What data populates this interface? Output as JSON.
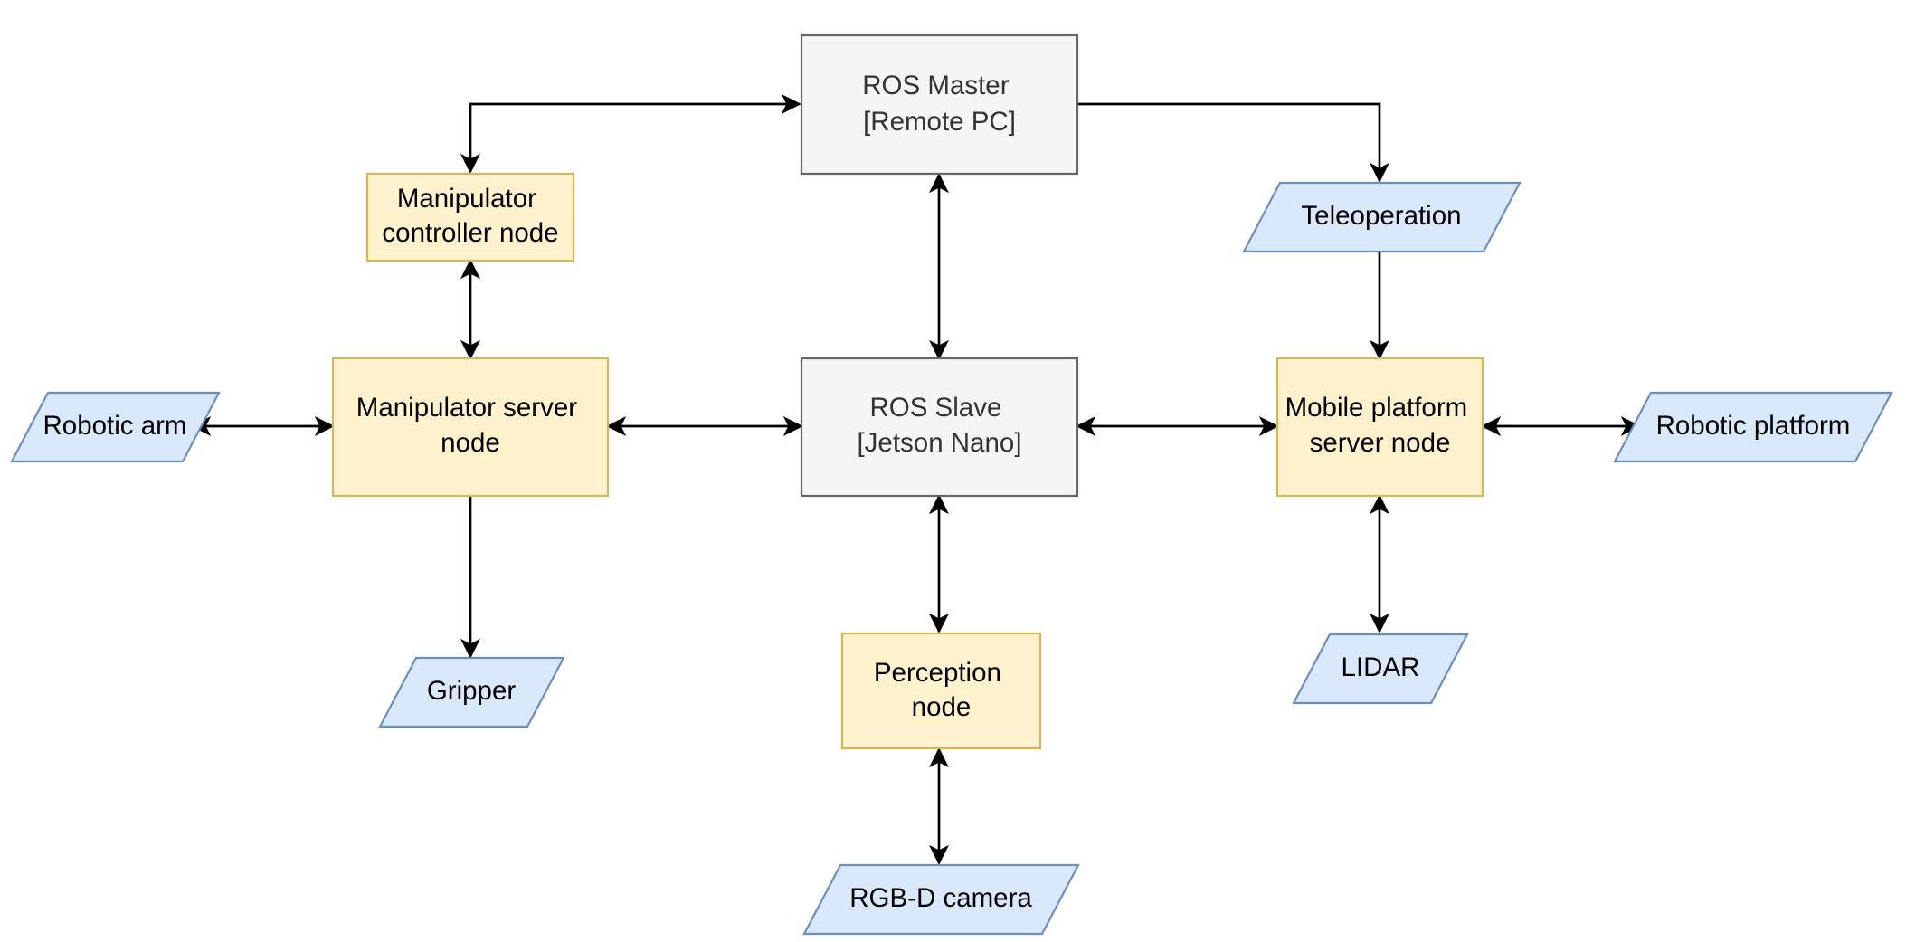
{
  "nodes": {
    "ros_master": {
      "lines": [
        "ROS Master",
        "[Remote PC]"
      ]
    },
    "ros_slave": {
      "lines": [
        "ROS Slave",
        "[Jetson Nano]"
      ]
    },
    "manipulator_controller": {
      "lines": [
        "Manipulator",
        "controller node"
      ]
    },
    "manipulator_server": {
      "lines": [
        "Manipulator server",
        "node"
      ]
    },
    "mobile_platform_server": {
      "lines": [
        "Mobile platform",
        "server node"
      ]
    },
    "perception": {
      "lines": [
        "Perception",
        "node"
      ]
    },
    "teleoperation": {
      "lines": [
        "Teleoperation"
      ]
    },
    "robotic_arm": {
      "lines": [
        "Robotic arm"
      ]
    },
    "robotic_platform": {
      "lines": [
        "Robotic platform"
      ]
    },
    "gripper": {
      "lines": [
        "Gripper"
      ]
    },
    "lidar": {
      "lines": [
        "LIDAR"
      ]
    },
    "rgbd_camera": {
      "lines": [
        "RGB-D camera"
      ]
    }
  },
  "colors": {
    "ros_fill": "#f5f5f5",
    "ros_stroke": "#666666",
    "node_fill": "#fff2cc",
    "node_stroke": "#d6b656",
    "device_fill": "#dae8fc",
    "device_stroke": "#6c8ebf",
    "edge": "#000000"
  }
}
